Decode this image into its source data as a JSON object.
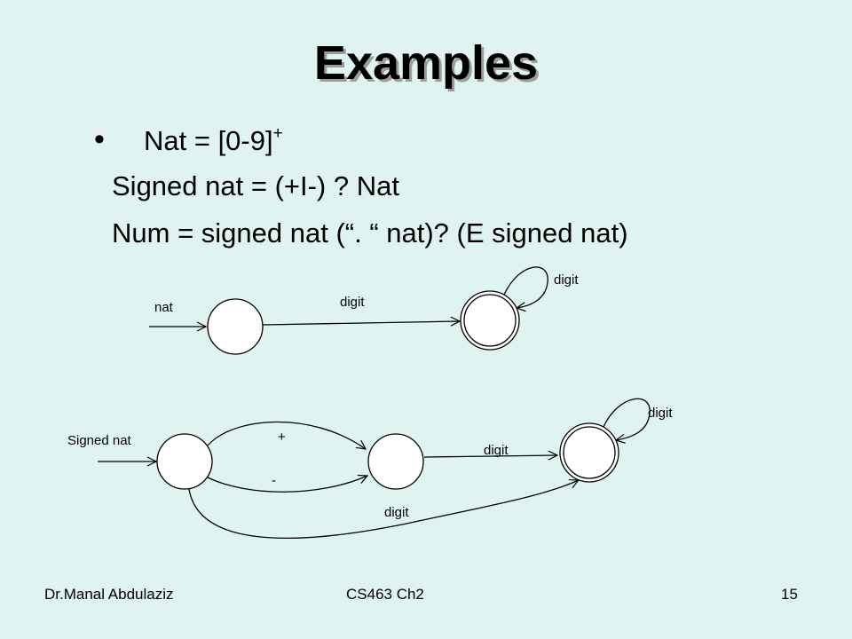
{
  "slide": {
    "title": "Examples",
    "bullet_symbol": "•",
    "lines": {
      "line1_main": "Nat = [0-9]",
      "line1_sup": "+",
      "line2": "Signed nat = (+I-) ? Nat",
      "line3": "Num = signed nat (“. “ nat)? (E signed nat)"
    }
  },
  "diagram_top": {
    "start_label": "nat",
    "edge_label": "digit",
    "loop_label": "digit"
  },
  "diagram_bottom": {
    "start_label": "Signed nat",
    "plus_label": "+",
    "minus_label": "-",
    "middle_edge_label": "digit",
    "loop_label": "digit",
    "bottom_edge_label": "digit"
  },
  "footer": {
    "author": "Dr.Manal Abdulaziz",
    "course": "CS463 Ch2",
    "page": "15"
  }
}
